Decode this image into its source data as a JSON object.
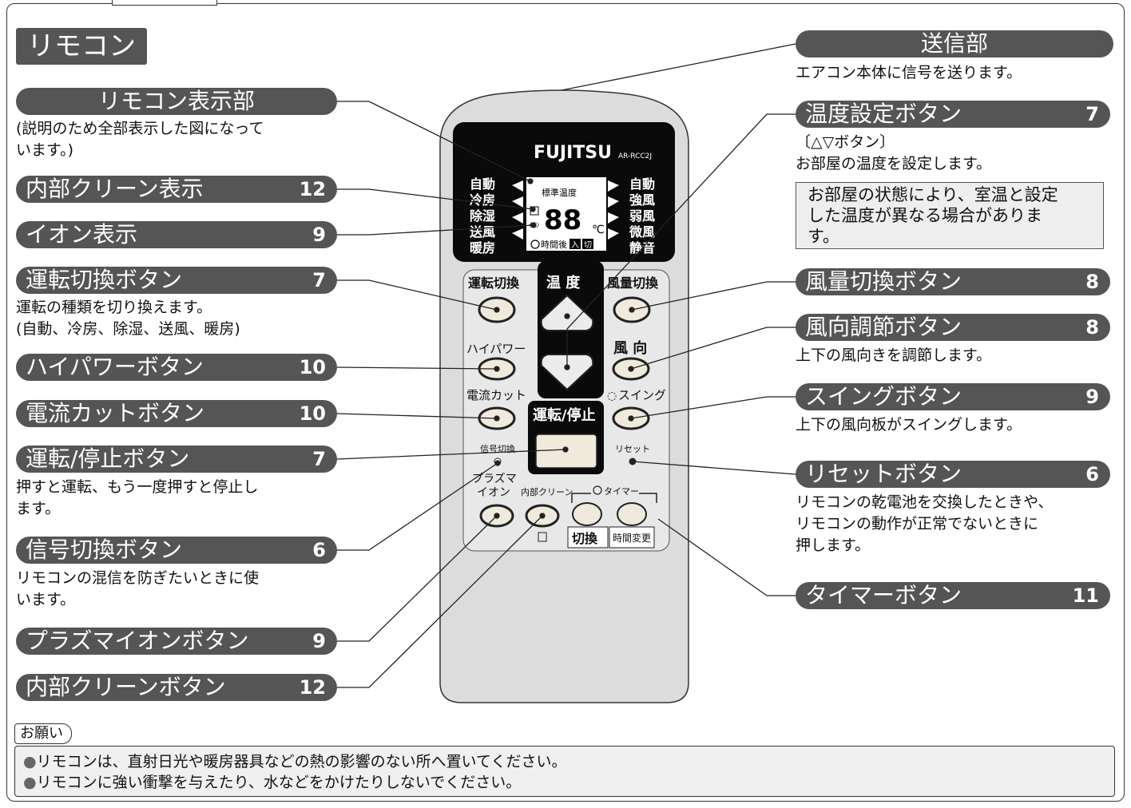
{
  "page_title": "リモコン",
  "left_labels": [
    {
      "key": "display",
      "title": "リモコン表示部",
      "page": "",
      "desc": [
        "(説明のため全部表示した図になって",
        "います。)"
      ]
    },
    {
      "key": "clean-display",
      "title": "内部クリーン表示",
      "page": "12",
      "desc": []
    },
    {
      "key": "ion-display",
      "title": "イオン表示",
      "page": "9",
      "desc": []
    },
    {
      "key": "mode-button",
      "title": "運転切換ボタン",
      "page": "7",
      "desc": [
        "運転の種類を切り換えます。",
        "(自動、冷房、除湿、送風、暖房)"
      ]
    },
    {
      "key": "hipower-button",
      "title": "ハイパワーボタン",
      "page": "10",
      "desc": []
    },
    {
      "key": "current-cut-button",
      "title": "電流カットボタン",
      "page": "10",
      "desc": []
    },
    {
      "key": "onoff-button",
      "title": "運転/停止ボタン",
      "page": "7",
      "desc": [
        "押すと運転、もう一度押すと停止し",
        "ます。"
      ]
    },
    {
      "key": "signal-button",
      "title": "信号切換ボタン",
      "page": "6",
      "desc": [
        "リモコンの混信を防ぎたいときに使",
        "います。"
      ]
    },
    {
      "key": "plasma-button",
      "title": "プラズマイオンボタン",
      "page": "9",
      "desc": []
    },
    {
      "key": "clean-button",
      "title": "内部クリーンボタン",
      "page": "12",
      "desc": []
    }
  ],
  "right_labels": [
    {
      "key": "transmitter",
      "title": "送信部",
      "page": "",
      "desc": [
        "エアコン本体に信号を送ります。"
      ]
    },
    {
      "key": "temp-button",
      "title": "温度設定ボタン",
      "page": "7",
      "desc": [
        "〔△▽ボタン〕",
        "お部屋の温度を設定します。"
      ]
    },
    {
      "key": "fan-button",
      "title": "風量切換ボタン",
      "page": "8",
      "desc": []
    },
    {
      "key": "direction-button",
      "title": "風向調節ボタン",
      "page": "8",
      "desc": [
        "上下の風向きを調節します。"
      ]
    },
    {
      "key": "swing-button",
      "title": "スイングボタン",
      "page": "9",
      "desc": [
        "上下の風向板がスイングします。"
      ]
    },
    {
      "key": "reset-button",
      "title": "リセットボタン",
      "page": "6",
      "desc": [
        "リモコンの乾電池を交換したときや、",
        "リモコンの動作が正常でないときに",
        "押します。"
      ]
    },
    {
      "key": "timer-button",
      "title": "タイマーボタン",
      "page": "11",
      "desc": []
    }
  ],
  "temp_note": [
    "お部屋の状態により、室温と設定",
    "した温度が異なる場合がありま",
    "す。"
  ],
  "remote": {
    "brand": "FUJITSU",
    "model": "AR-RCC2J",
    "modes_left": [
      "自動",
      "冷房",
      "除湿",
      "送風",
      "暖房"
    ],
    "fan_right": [
      "自動",
      "強風",
      "弱風",
      "微風",
      "静音"
    ],
    "lcd_top": "標準温度",
    "lcd_digits": "88",
    "lcd_unit": "℃",
    "lcd_ion": "ｲｵﾝ",
    "lcd_timer": "時間後",
    "lcd_on": "入",
    "lcd_off": "切",
    "btn_mode": "運転切換",
    "btn_temp": "温 度",
    "btn_fan": "風量切換",
    "btn_hipower": "ハイパワー",
    "btn_direction": "風 向",
    "btn_current": "電流カット",
    "btn_swing": "スイング",
    "btn_onoff": "運転/停止",
    "btn_signal": "信号切換",
    "btn_reset": "リセット",
    "btn_plasma": [
      "プラズマ",
      "イオン"
    ],
    "btn_clean": "内部クリーン",
    "btn_timer": "タイマー",
    "btn_timer_switch": "切換",
    "btn_timer_change": "時間変更"
  },
  "request_tag": "お願い",
  "requests": [
    "リモコンは、直射日光や暖房器具などの熱の影響のない所へ置いてください。",
    "リモコンに強い衝撃を与えたり、水などをかけたりしないでください。"
  ]
}
